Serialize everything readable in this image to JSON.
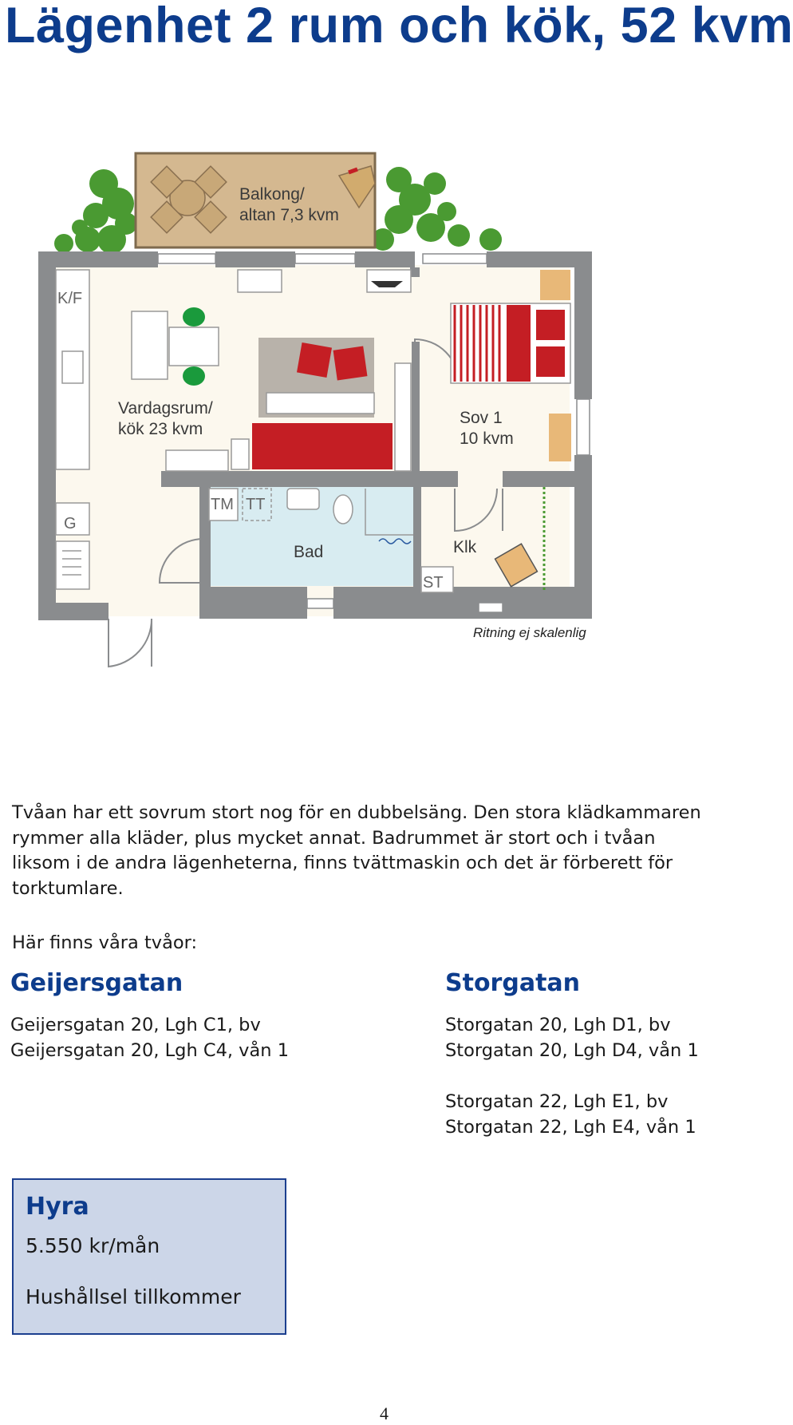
{
  "header": {
    "title": "Lägenhet 2 rum och kök, 52 kvm"
  },
  "floorplan": {
    "balcony_label_1": "Balkong/",
    "balcony_label_2": "altan 7,3 kvm",
    "living_label_1": "Vardagsrum/",
    "living_label_2": "kök 23 kvm",
    "bedroom_label_1": "Sov 1",
    "bedroom_label_2": "10 kvm",
    "bathroom_label": "Bad",
    "closet_label": "Klk",
    "fridge_label": "K/F",
    "g_label": "G",
    "tm_label": "TM",
    "tt_label": "TT",
    "st_label": "ST",
    "scale_note": "Ritning ej skalenlig",
    "colors": {
      "wall": "#8a8c8e",
      "floor": "#fcf8ee",
      "bath": "#d8ecf1",
      "balcony": "#d4b890",
      "sofa": "#c41e24",
      "plants": "#4a9a32",
      "chair": "#1a9a3c"
    }
  },
  "description": {
    "paragraph": "Tvåan har ett sovrum stort nog för en dubbelsäng. Den stora klädkammaren rymmer alla kläder, plus mycket annat. Badrummet är stort och i tvåan liksom i de andra lägenheterna, finns tvättmaskin och det är förberett för torktumlare.",
    "lead": "Här finns våra tvåor:"
  },
  "locations": {
    "left": {
      "heading": "Geijersgatan",
      "addresses": [
        "Geijersgatan 20, Lgh C1, bv",
        "Geijersgatan 20, Lgh C4, vån 1"
      ]
    },
    "right": {
      "heading": "Storgatan",
      "addresses": [
        "Storgatan 20, Lgh D1, bv",
        "Storgatan 20, Lgh D4, vån 1",
        "Storgatan 22, Lgh E1, bv",
        "Storgatan 22, Lgh E4, vån 1"
      ]
    }
  },
  "rent": {
    "title": "Hyra",
    "price": "5.550 kr/mån",
    "note": "Hushållsel tillkommer"
  },
  "page": {
    "number": "4"
  },
  "colors": {
    "heading_blue": "#0d3c8c",
    "box_fill": "#ccd6e8",
    "box_border": "#1c3f8f"
  }
}
